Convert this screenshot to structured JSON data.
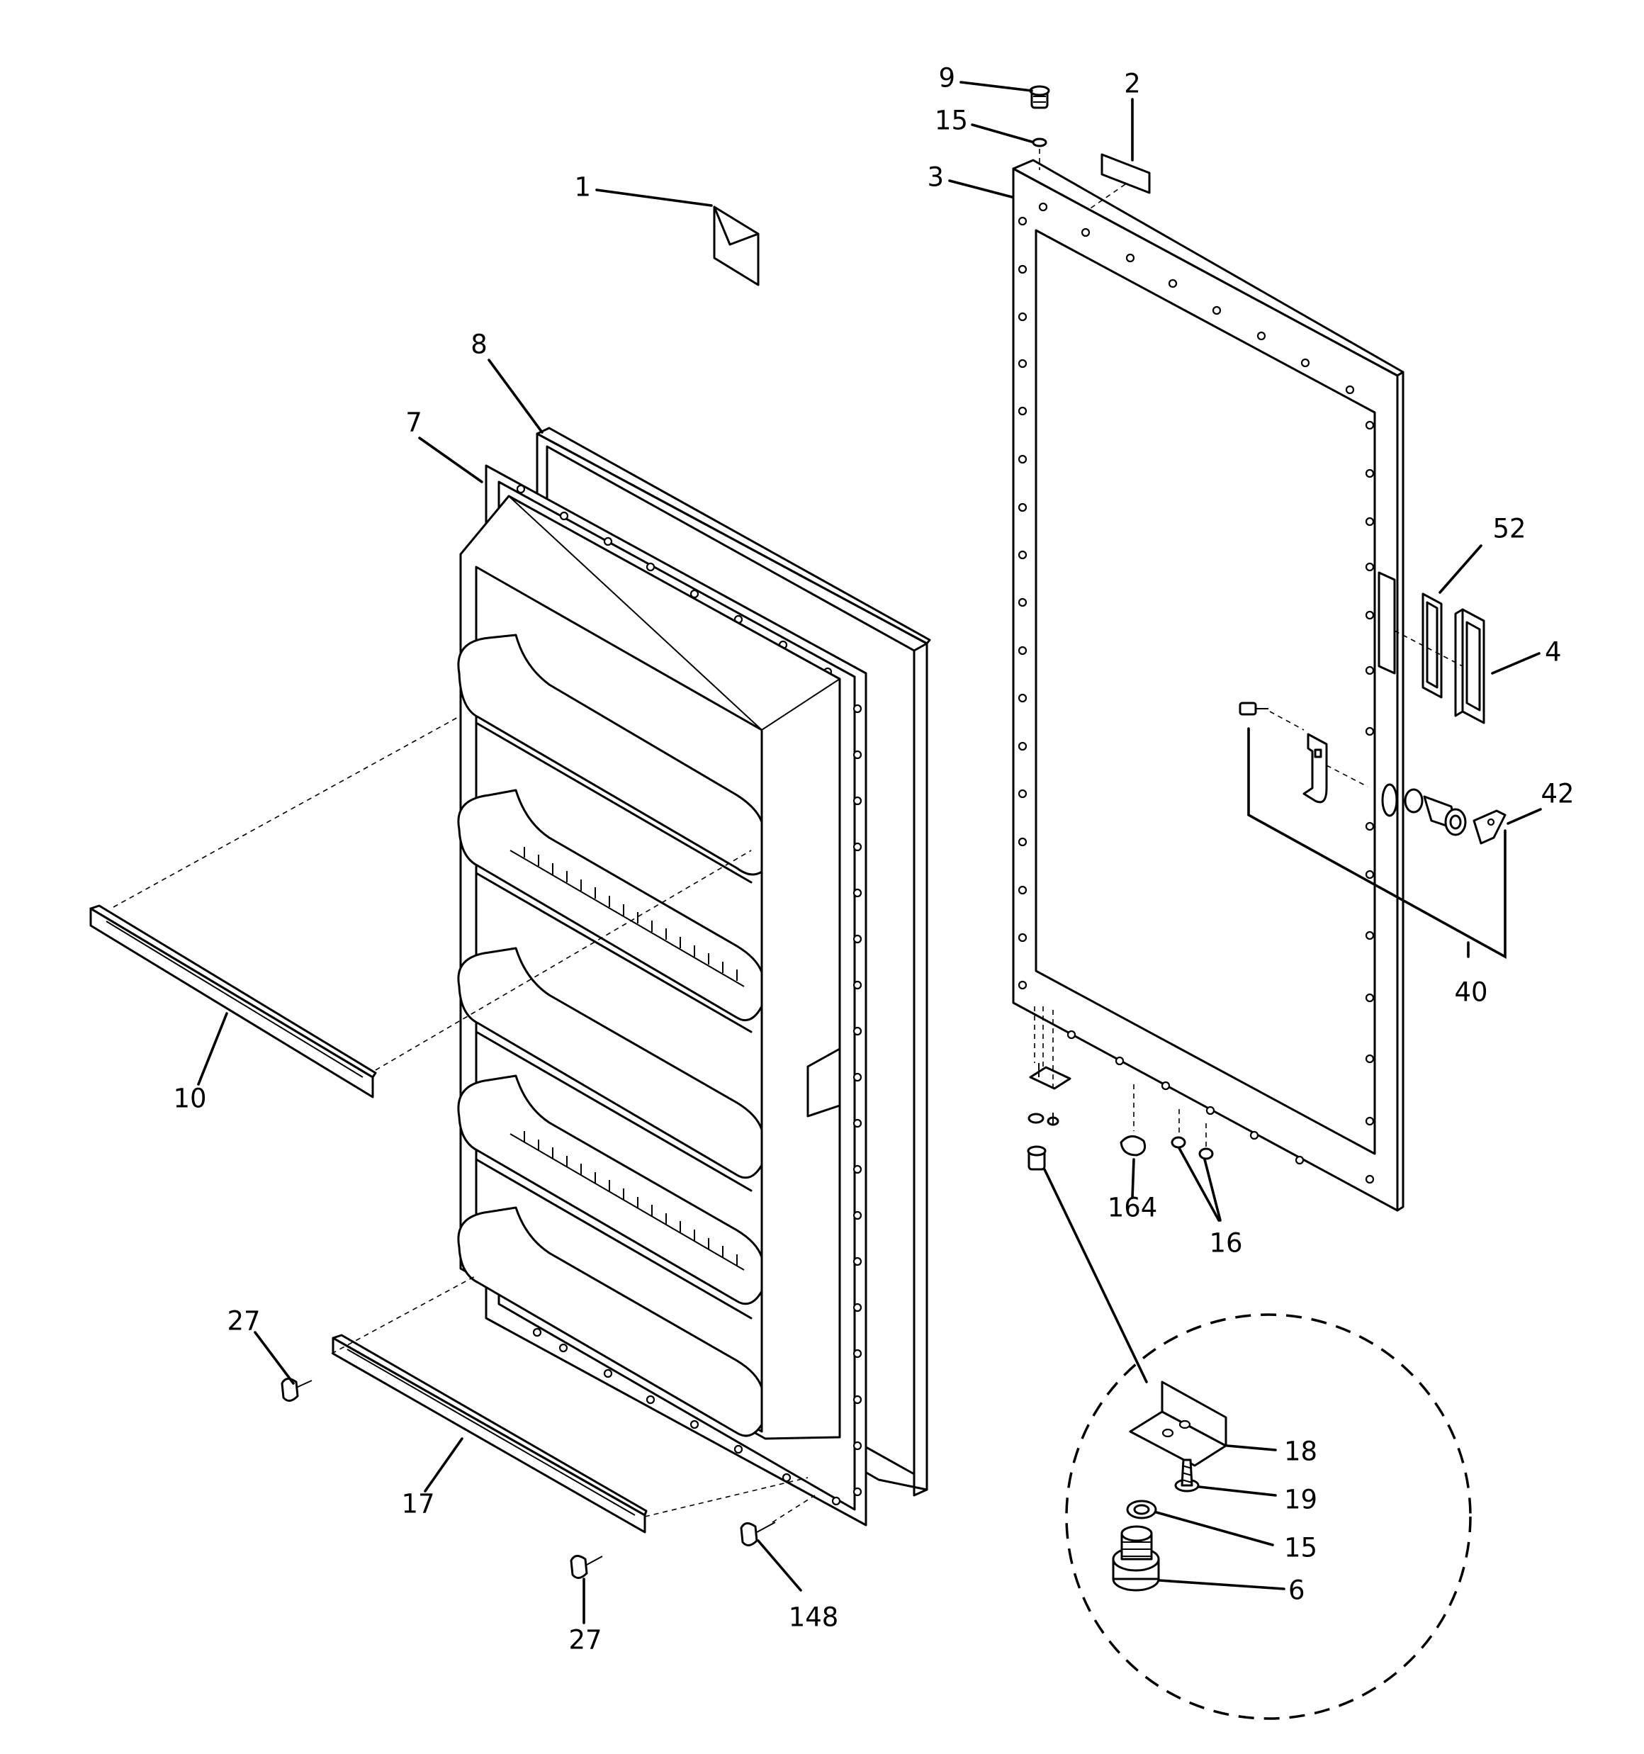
{
  "diagram": {
    "callouts": [
      {
        "id": "c1",
        "label": "1"
      },
      {
        "id": "c2",
        "label": "2"
      },
      {
        "id": "c3",
        "label": "3"
      },
      {
        "id": "c4",
        "label": "4"
      },
      {
        "id": "c6",
        "label": "6"
      },
      {
        "id": "c7",
        "label": "7"
      },
      {
        "id": "c8",
        "label": "8"
      },
      {
        "id": "c9",
        "label": "9"
      },
      {
        "id": "c10",
        "label": "10"
      },
      {
        "id": "c15a",
        "label": "15"
      },
      {
        "id": "c15b",
        "label": "15"
      },
      {
        "id": "c16",
        "label": "16"
      },
      {
        "id": "c17",
        "label": "17"
      },
      {
        "id": "c18",
        "label": "18"
      },
      {
        "id": "c19",
        "label": "19"
      },
      {
        "id": "c27a",
        "label": "27"
      },
      {
        "id": "c27b",
        "label": "27"
      },
      {
        "id": "c40",
        "label": "40"
      },
      {
        "id": "c42",
        "label": "42"
      },
      {
        "id": "c52",
        "label": "52"
      },
      {
        "id": "c148",
        "label": "148"
      },
      {
        "id": "c164",
        "label": "164"
      }
    ]
  }
}
